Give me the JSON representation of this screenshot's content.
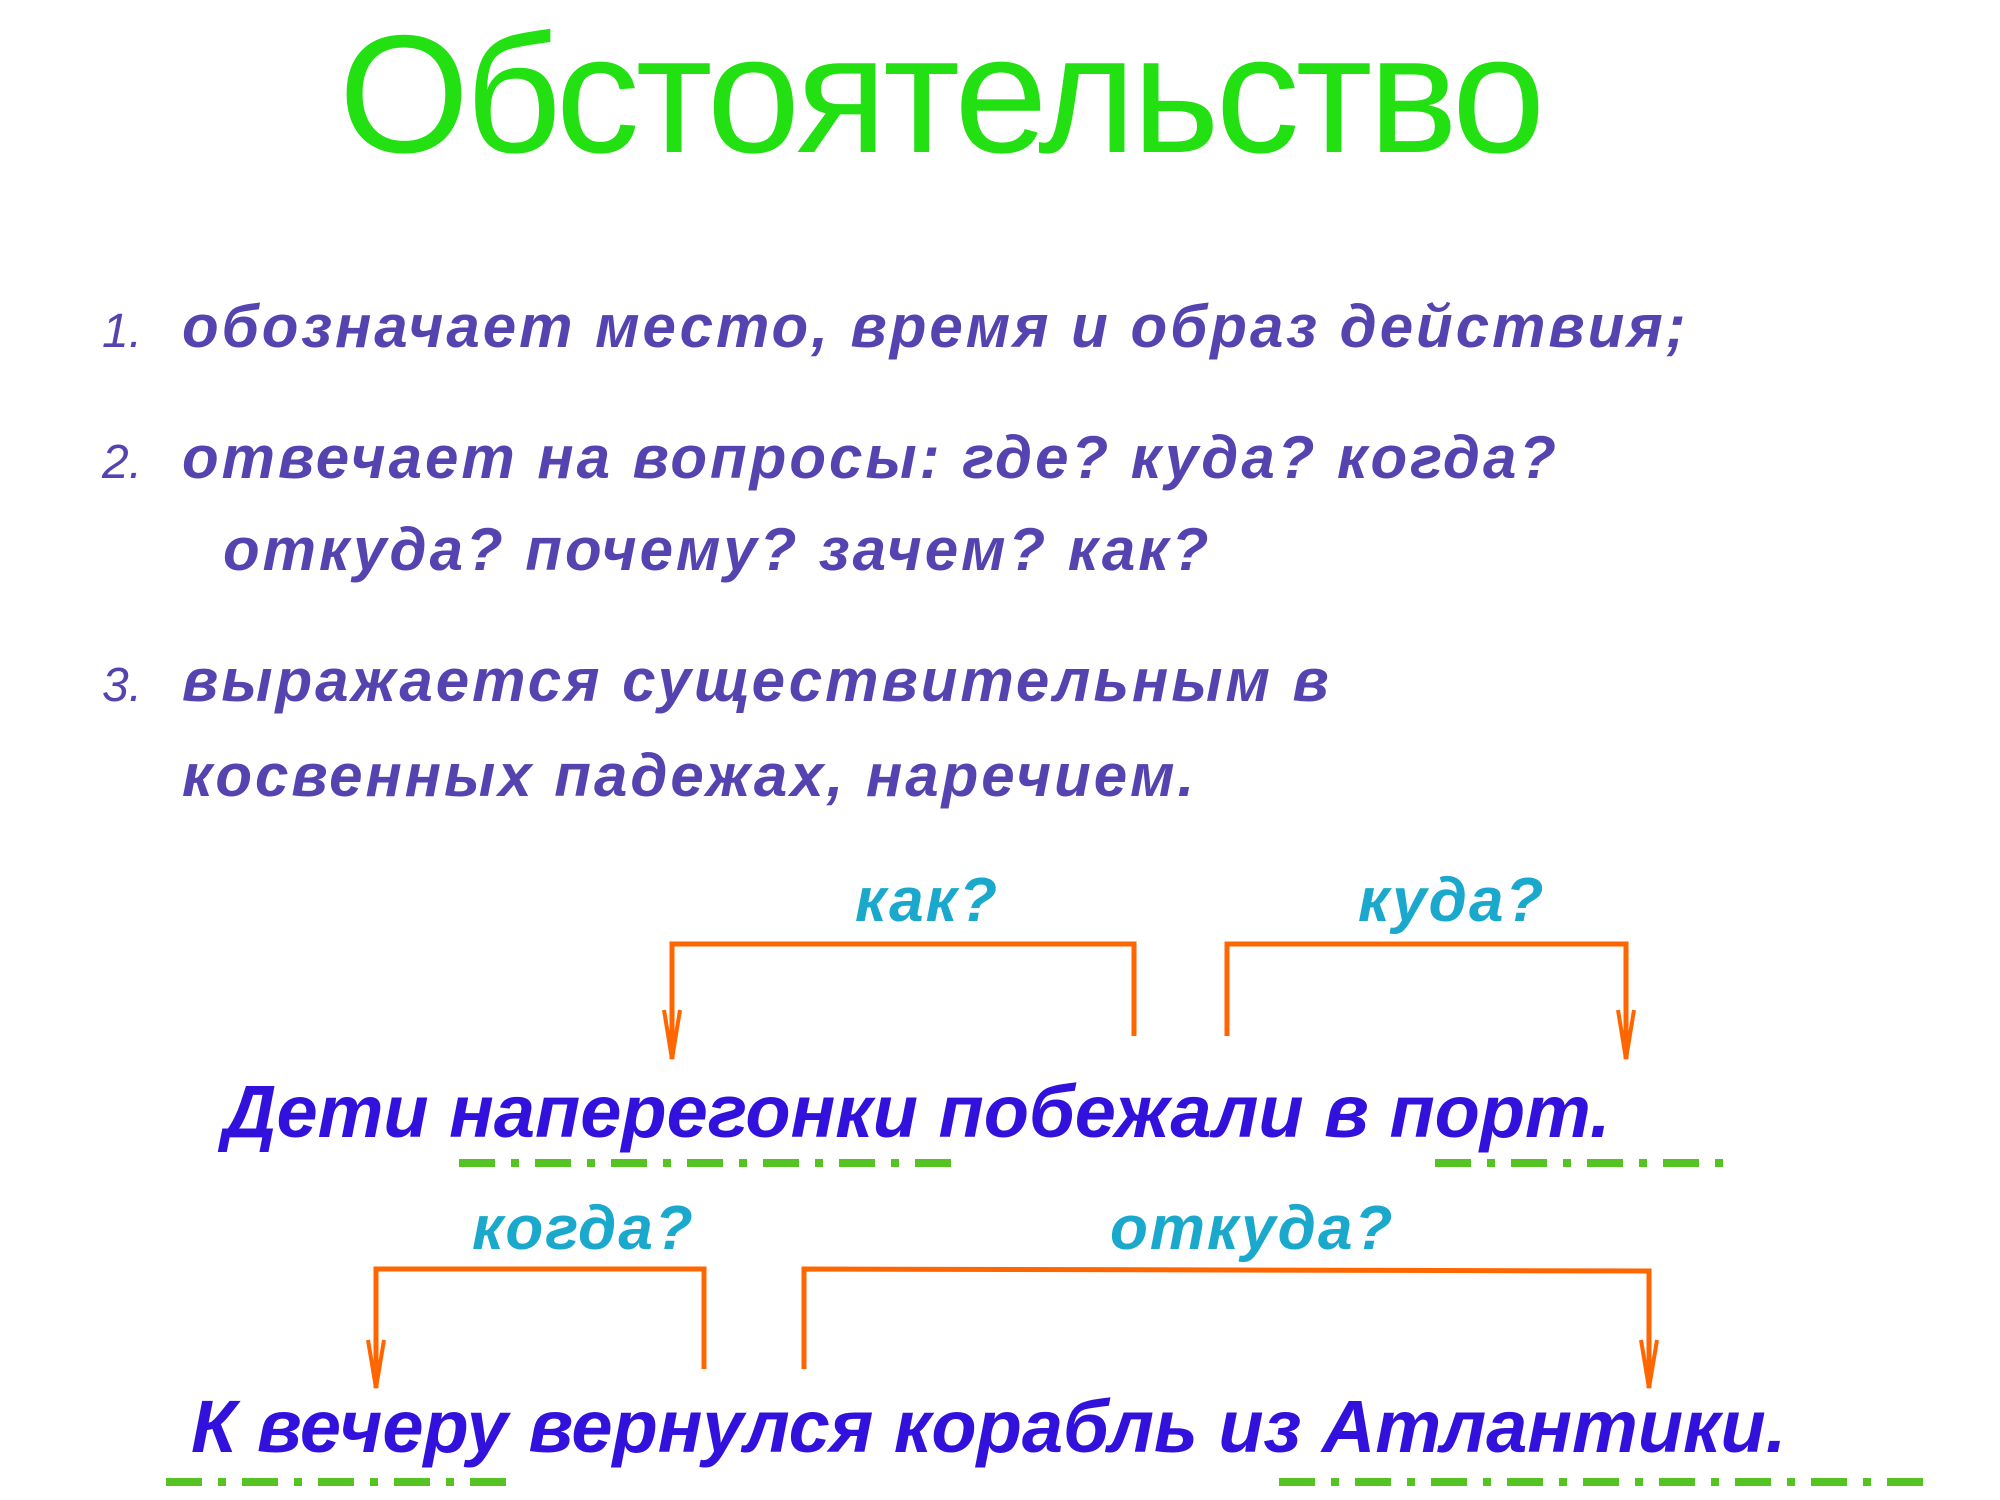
{
  "title": "Обстоятельство",
  "points": [
    {
      "number": "1.",
      "lines": [
        "обозначает место, время и образ действия;"
      ]
    },
    {
      "number": "2.",
      "lines": [
        "отвечает на вопросы: где? куда? когда?",
        "откуда? почему? зачем? как?"
      ]
    },
    {
      "number": "3.",
      "lines": [
        "выражается существительным в",
        "косвенных падежах, наречием."
      ]
    }
  ],
  "examples": [
    {
      "sentence": "Дети наперегонки побежали в порт.",
      "questions": [
        "как?",
        "куда?"
      ]
    },
    {
      "sentence": "К вечеру вернулся корабль из Атлантики.",
      "questions": [
        "когда?",
        "откуда?"
      ]
    }
  ],
  "colors": {
    "title": "#22e011",
    "points": "#5544b0",
    "question": "#1aa8cc",
    "sentence": "#3311dd",
    "arrow": "#ff6600",
    "underline": "#55c422"
  }
}
